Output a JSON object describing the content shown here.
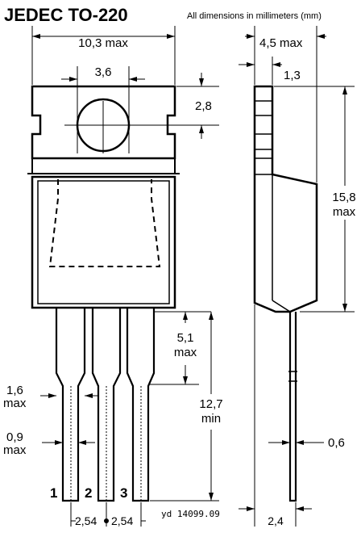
{
  "title": "JEDEC TO-220",
  "subtitle": "All dimensions in millimeters (mm)",
  "dimensions": {
    "body_width": "10,3 max",
    "hole_diameter": "3,6",
    "hole_offset": "2,8",
    "package_thickness": "4,5 max",
    "tab_thickness": "1,3",
    "package_height_value": "15,8",
    "package_height_suffix": "max",
    "lead_shoulder_value": "5,1",
    "lead_shoulder_suffix": "max",
    "lead_length_value": "12,7",
    "lead_length_suffix": "min",
    "lead_wide_value": "1,6",
    "lead_wide_suffix": "max",
    "lead_narrow_value": "0,9",
    "lead_narrow_suffix": "max",
    "lead_thickness": "0,6",
    "pitch_left": "2,54",
    "pitch_right": "2,54",
    "side_lead_offset": "2,4"
  },
  "pins": [
    "1",
    "2",
    "3"
  ],
  "drawing_code": "yd 14099.09"
}
